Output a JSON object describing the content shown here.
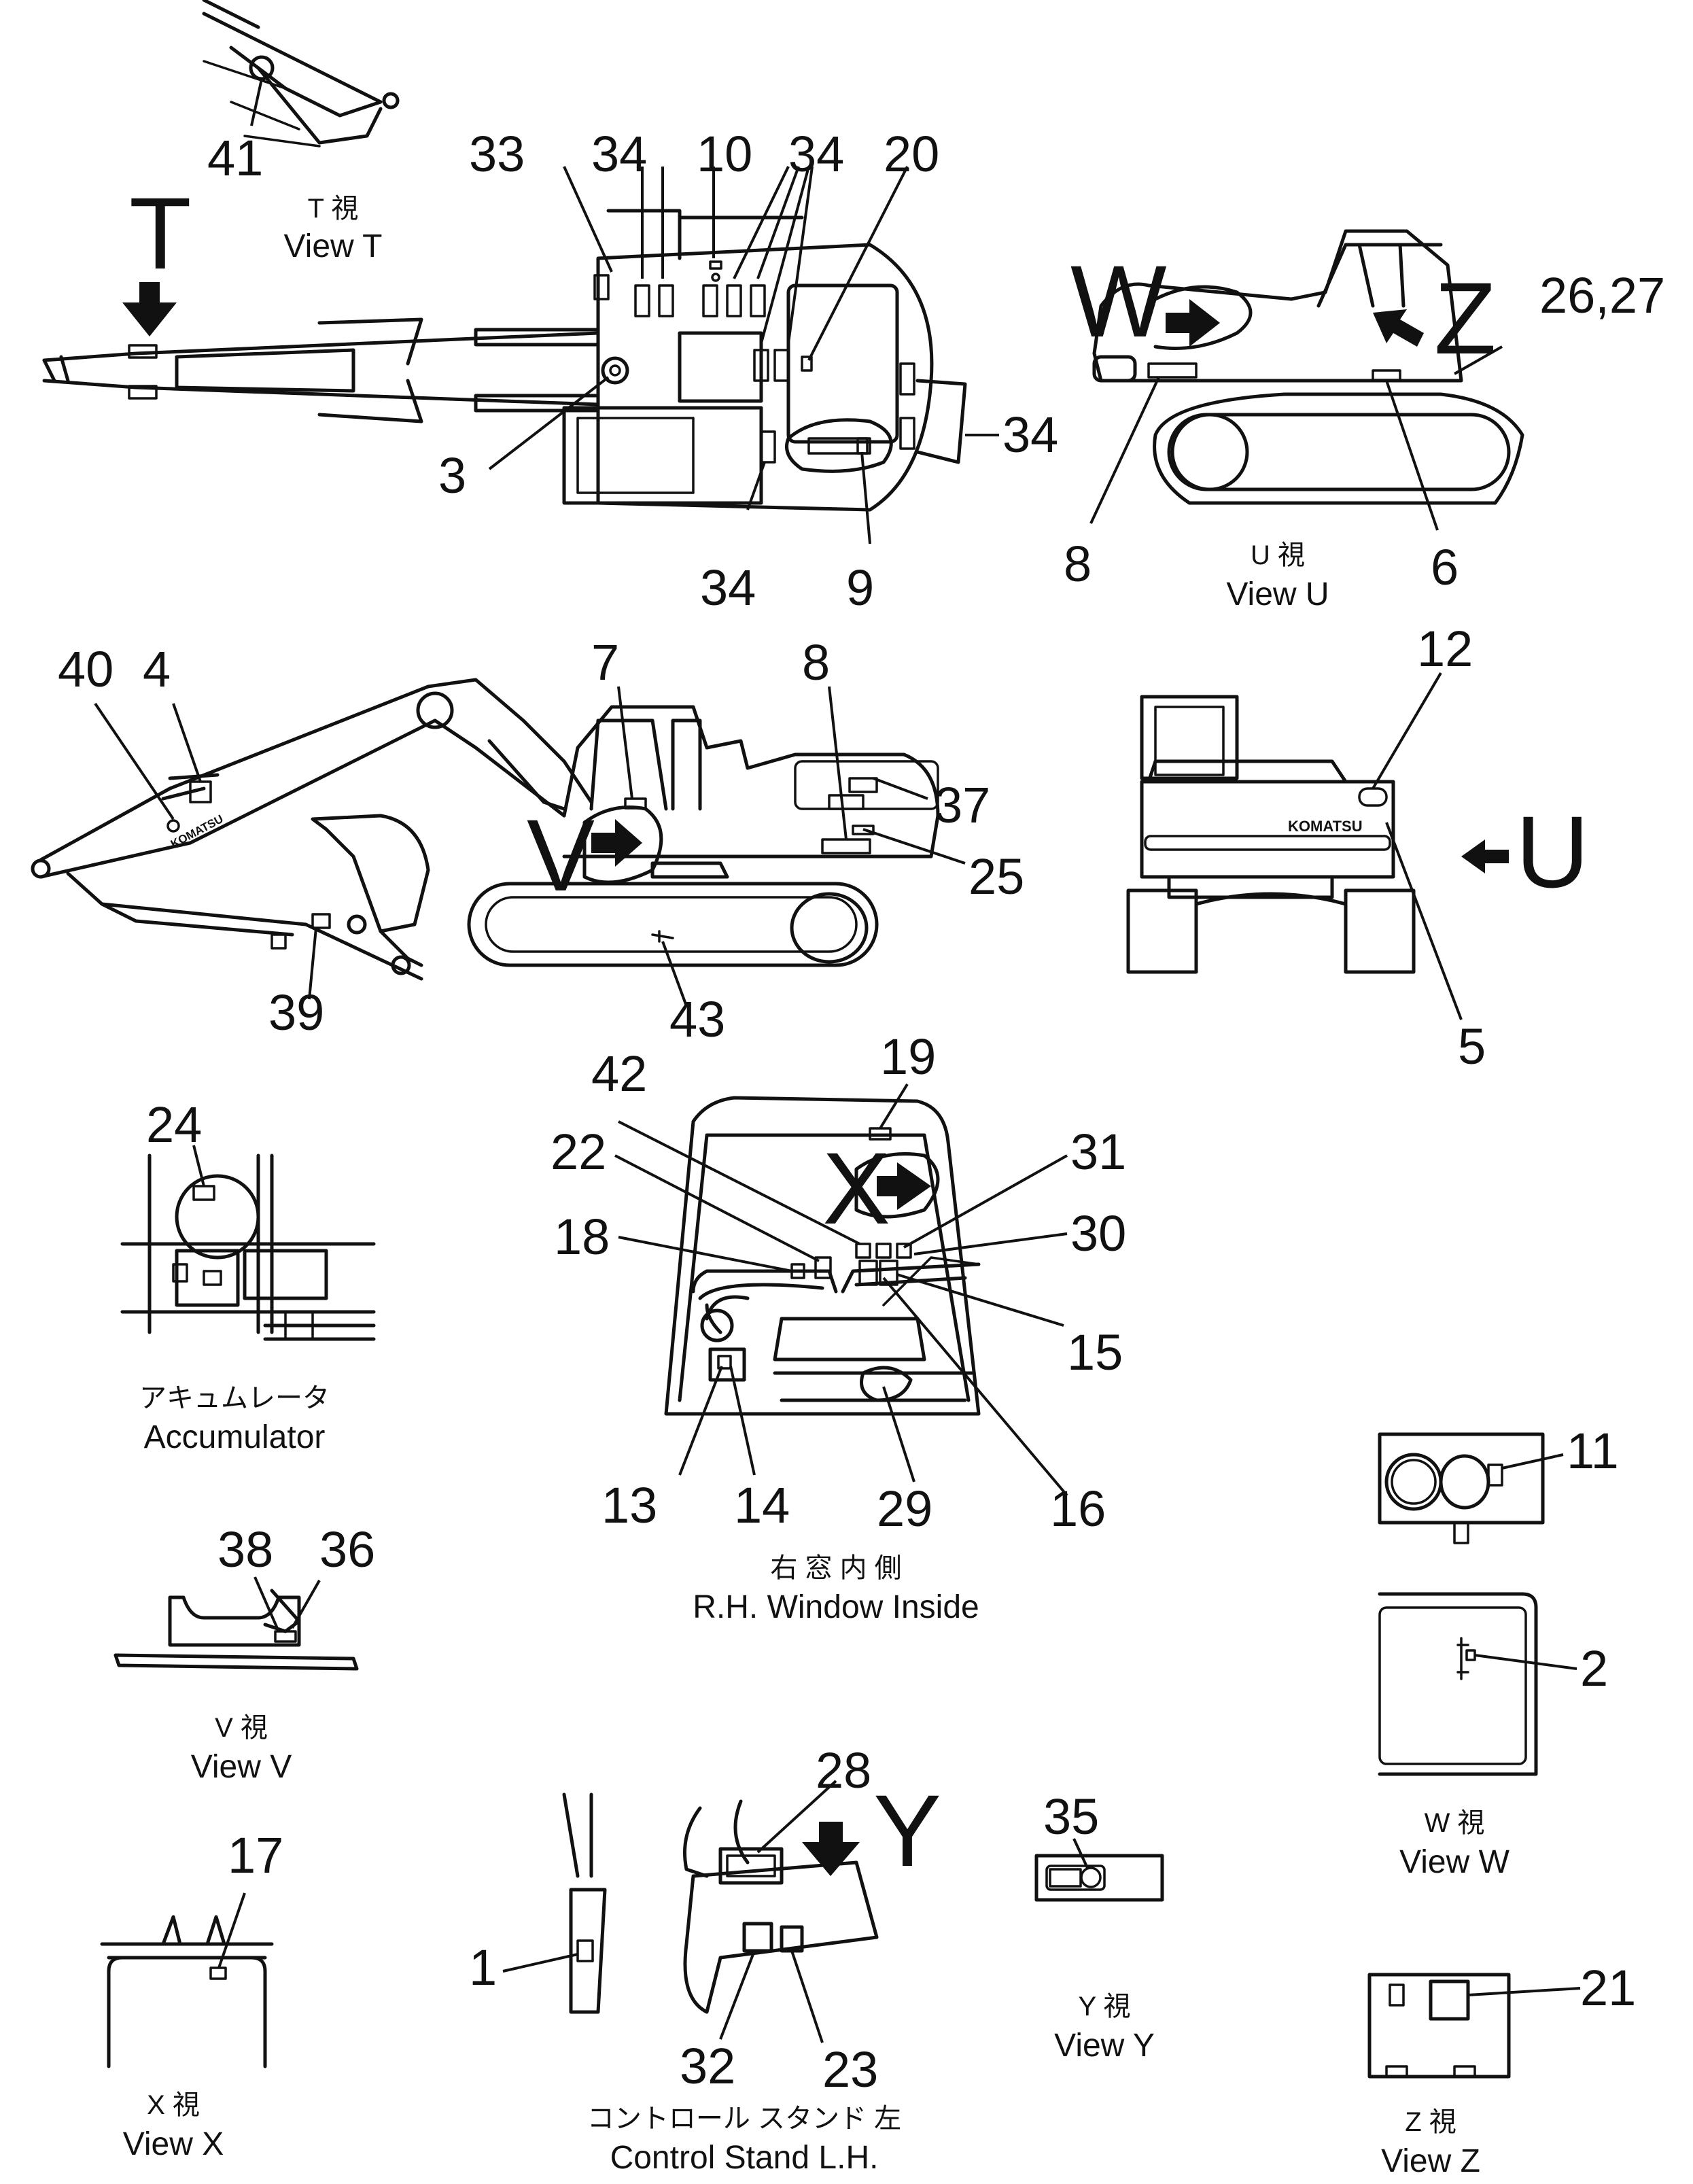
{
  "captions": {
    "view_t": {
      "jp": "T 視",
      "en": "View T"
    },
    "view_u": {
      "jp": "U 視",
      "en": "View U"
    },
    "view_v": {
      "jp": "V 視",
      "en": "View V"
    },
    "view_w": {
      "jp": "W 視",
      "en": "View W"
    },
    "view_x": {
      "jp": "X 視",
      "en": "View X"
    },
    "view_y": {
      "jp": "Y 視",
      "en": "View Y"
    },
    "view_z": {
      "jp": "Z 視",
      "en": "View Z"
    },
    "accumulator": {
      "jp": "アキュムレータ",
      "en": "Accumulator"
    },
    "window": {
      "jp": "右 窓 内 側",
      "en": "R.H. Window Inside"
    },
    "control_stand": {
      "jp": "コントロール スタンド 左",
      "en": "Control Stand L.H."
    }
  },
  "brand_mark": "KOMATSU",
  "view_letters": {
    "t": "T",
    "u": "U",
    "v": "V",
    "w": "W",
    "x": "X",
    "y": "Y",
    "z": "Z"
  },
  "callouts": {
    "c1": "1",
    "c2": "2",
    "c3": "3",
    "c4": "4",
    "c5": "5",
    "c6": "6",
    "c7": "7",
    "c8a": "8",
    "c8b": "8",
    "c9": "9",
    "c10": "10",
    "c11": "11",
    "c12": "12",
    "c13": "13",
    "c14": "14",
    "c15": "15",
    "c16": "16",
    "c17": "17",
    "c18": "18",
    "c19": "19",
    "c20": "20",
    "c21": "21",
    "c22": "22",
    "c23": "23",
    "c24": "24",
    "c25": "25",
    "c2627": "26,27",
    "c28": "28",
    "c29": "29",
    "c30": "30",
    "c31": "31",
    "c32": "32",
    "c33": "33",
    "c34a": "34",
    "c34b": "34",
    "c34c": "34",
    "c34d": "34",
    "c35": "35",
    "c36": "36",
    "c37": "37",
    "c38": "38",
    "c39": "39",
    "c40": "40",
    "c41": "41",
    "c42": "42",
    "c43": "43"
  }
}
